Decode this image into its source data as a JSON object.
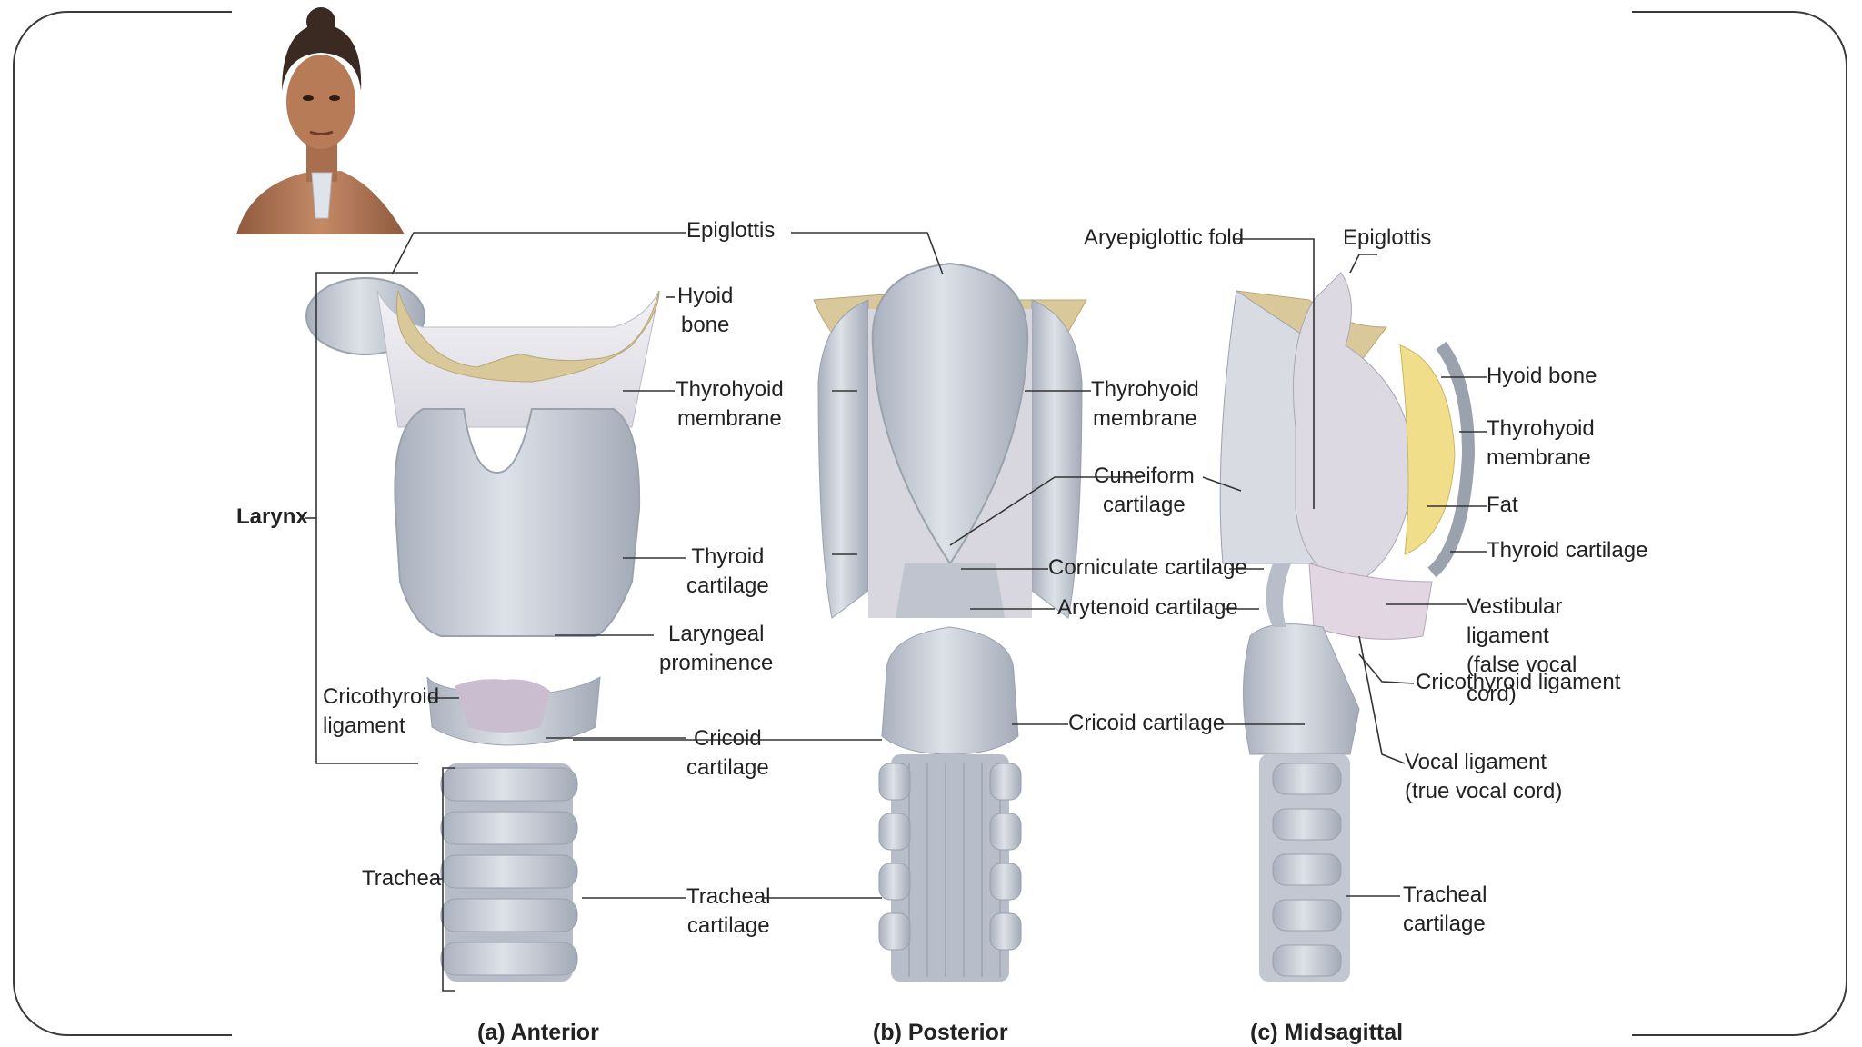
{
  "labels": {
    "epiglottis_top": "Epiglottis",
    "hyoid_bone_a": "Hyoid\nbone",
    "thyrohyoid_a": "Thyrohyoid\nmembrane",
    "thyroid_cartilage_a": "Thyroid\ncartilage",
    "laryngeal_prominence": "Laryngeal\nprominence",
    "cricothyroid_lig_a": "Cricothyroid\nligament",
    "cricoid_a": "Cricoid\ncartilage",
    "tracheal_a": "Tracheal\ncartilage",
    "larynx": "Larynx",
    "trachea": "Trachea",
    "thyrohyoid_b": "Thyrohyoid\nmembrane",
    "cuneiform": "Cuneiform\ncartilage",
    "corniculate": "Corniculate cartilage",
    "arytenoid": "Arytenoid cartilage",
    "cricoid_b": "Cricoid cartilage",
    "aryepiglottic": "Aryepiglottic fold",
    "epiglottis_c": "Epiglottis",
    "hyoid_bone_c": "Hyoid bone",
    "thyrohyoid_c": "Thyrohyoid\nmembrane",
    "fat": "Fat",
    "thyroid_cartilage_c": "Thyroid cartilage",
    "vestibular": "Vestibular ligament\n(false vocal cord)",
    "cricothyroid_lig_c": "Cricothyroid ligament",
    "vocal_ligament": "Vocal ligament\n(true vocal cord)",
    "tracheal_c": "Tracheal\ncartilage"
  },
  "captions": {
    "anterior": "(a) Anterior",
    "posterior": "(b) Posterior",
    "midsagittal": "(c) Midsagittal"
  },
  "colors": {
    "cartilage": "#c9ced8",
    "bone": "#d8c79a",
    "membrane": "#e6e3ea",
    "fat": "#f1de8a",
    "skin": "#b97c5a",
    "frame": "#3a3a3a"
  }
}
